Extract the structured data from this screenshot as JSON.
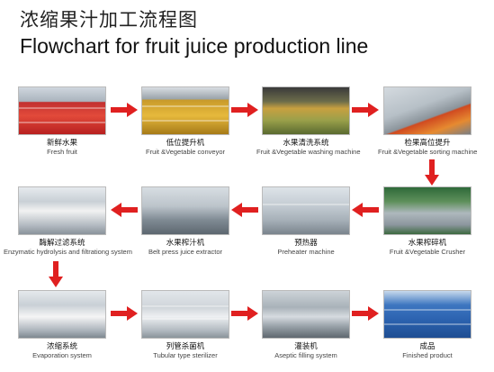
{
  "title_cn": "浓缩果汁加工流程图",
  "title_en": "Flowchart for fruit juice production line",
  "arrow_color": "#e02020",
  "steps": [
    {
      "cn": "新鲜水果",
      "en": "Fresh fruit"
    },
    {
      "cn": "低位提升机",
      "en": "Fruit &Vegetable conveyor"
    },
    {
      "cn": "水果清洗系统",
      "en": "Fruit &Vegetable washing machine"
    },
    {
      "cn": "检果高位提升",
      "en": "Fruit &Vegetable sorting machine"
    },
    {
      "cn": "水果榨碎机",
      "en": "Fruit &Vegetable Crusher"
    },
    {
      "cn": "预热器",
      "en": "Preheater machine"
    },
    {
      "cn": "水果榨汁机",
      "en": "Belt press juice extractor"
    },
    {
      "cn": "酶解过滤系统",
      "en": "Enzymatic hydrolysis and filtrationg system"
    },
    {
      "cn": "浓缩系统",
      "en": "Evaporation system"
    },
    {
      "cn": "列管杀菌机",
      "en": "Tubular type sterilizer"
    },
    {
      "cn": "灌装机",
      "en": "Aseptic filling system"
    },
    {
      "cn": "成品",
      "en": "Finished product"
    }
  ]
}
